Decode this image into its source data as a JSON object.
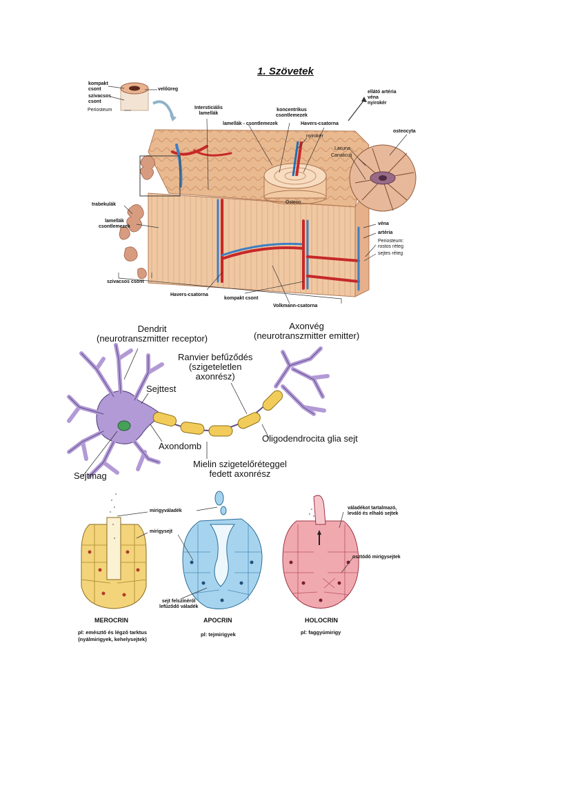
{
  "title": "1. Szövetek",
  "bone": {
    "labels": {
      "kompakt_csont_top": "kompakt\ncsont",
      "velouureg": "velőüreg",
      "szivacsos_csont_top": "szivacsos\ncsont",
      "periosteum_top": "Periosteum",
      "intersticialis": "Intersticiális\nlamellák",
      "lamellak_csontlemezek": "lamellák - csontlemezek",
      "koncentrikus": "koncentrikus\ncsontlemezek",
      "havers_top": "Havers-csatorna",
      "ellato": "ellátó artéria\nvéna\nnyirokér",
      "nyirokér": "nyirokér",
      "osteocyta": "osteocyta",
      "lacuna": "Lacuna",
      "canaliculi": "Canaliculi",
      "osteon": "Osteon",
      "trabekulak": "trabekulák",
      "lamellak_left": "lamellák\ncsontlemezek",
      "vena": "véna",
      "arteria": "artéria",
      "periosteum_right": "Periosteum:\nrostos réteg",
      "sejtes": "sejtes réteg",
      "szivacsos_bottom": "szivacsos csont",
      "havers_bottom": "Havers-csatorna",
      "kompakt_bottom": "kompakt csont",
      "volkmann": "Volkmann-csatorna"
    }
  },
  "neuron": {
    "labels": {
      "dendrit": "Dendrit\n(neurotranszmitter receptor)",
      "axonveg": "Axonvég\n(neurotranszmitter emitter)",
      "ranvier": "Ranvier befűződés\n(szigeteletlen\naxonrész)",
      "sejttest": "Sejttest",
      "axondomb": "Axondomb",
      "oligo": "Oligodendrocita glia sejt",
      "mielin": "Mielin szigetelőréteggel\nfedett axonrész",
      "sejtmag": "Sejtmag"
    }
  },
  "glands": {
    "labels": {
      "mirigyvaladek": "mirigyváladék",
      "mirigysejt": "mirigysejt",
      "felszin": "sejt felszínéről\nlefűződő váladék",
      "holo_top": "váladékot tartalmazó,\nleváló és elhaló sejtek",
      "osztodo": "osztódó mirigysejtek"
    },
    "types": [
      {
        "name": "MEROCRIN",
        "example": "pl: emésztő és légző tarktus\n(nyálmirigyek, kehelysejtek)",
        "color": "#f3d47a"
      },
      {
        "name": "APOCRIN",
        "example": "pl: tejmirigyek",
        "color": "#a6d4ef"
      },
      {
        "name": "HOLOCRIN",
        "example": "pl: faggyúmirigy",
        "color": "#f1a9b0"
      }
    ]
  }
}
